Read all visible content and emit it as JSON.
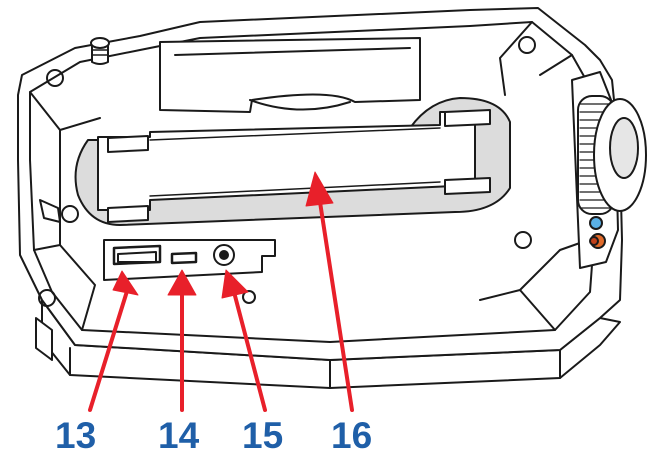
{
  "colors": {
    "outline": "#1a1a1a",
    "body_fill": "#ffffff",
    "recess_fill": "#dcdcdc",
    "arrow": "#e8202a",
    "label": "#1f5fa8",
    "led_blue": "#5ab0e6",
    "led_orange": "#e06a2a"
  },
  "callouts": [
    {
      "id": "13",
      "label": "13",
      "target": "network-port"
    },
    {
      "id": "14",
      "label": "14",
      "target": "usb-port"
    },
    {
      "id": "15",
      "label": "15",
      "target": "audio-jack"
    },
    {
      "id": "16",
      "label": "16",
      "target": "card-slot-bracket"
    }
  ]
}
